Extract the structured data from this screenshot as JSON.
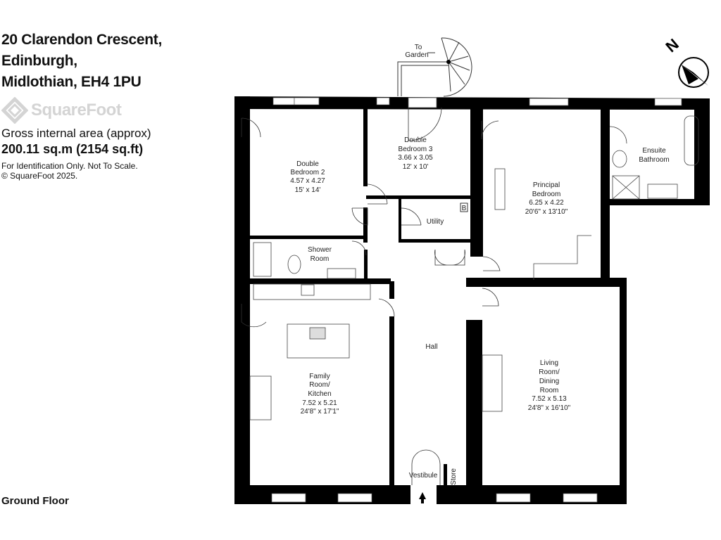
{
  "address": {
    "line1": "20 Clarendon Crescent,",
    "line2": "Edinburgh,",
    "line3": "Midlothian, EH4 1PU"
  },
  "brand": {
    "logo_text": "SquareFoot",
    "logo_color": "#d4d4d4"
  },
  "area": {
    "label": "Gross internal area (approx)",
    "value": "200.11 sq.m (2154 sq.ft)",
    "disclaimer": "For Identification Only. Not To Scale.",
    "copyright": "© SquareFoot 2025."
  },
  "floor_label": "Ground Floor",
  "compass": {
    "label": "N",
    "icon": "north-arrow-icon"
  },
  "plan": {
    "garden": [
      "To",
      "Garden"
    ],
    "rooms": {
      "bed2": [
        "Double",
        "Bedroom 2",
        "4.57 x 4.27",
        "15' x 14'"
      ],
      "bed3": [
        "Double",
        "Bedroom 3",
        "3.66 x 3.05",
        "12' x 10'"
      ],
      "principal": [
        "Principal",
        "Bedroom",
        "6.25 x 4.22",
        "20'6\" x 13'10\""
      ],
      "ensuite": [
        "Ensuite",
        "Bathroom"
      ],
      "utility": "Utility",
      "boiler": "B",
      "shower": [
        "Shower",
        "Room"
      ],
      "kitchen": [
        "Family",
        "Room/",
        "Kitchen",
        "7.52 x 5.21",
        "24'8\" x 17'1\""
      ],
      "hall": "Hall",
      "living": [
        "Living",
        "Room/",
        "Dining",
        "Room",
        "7.52 x 5.13",
        "24'8\" x 16'10\""
      ],
      "vestibule": "Vestibule",
      "store": "Store"
    }
  }
}
